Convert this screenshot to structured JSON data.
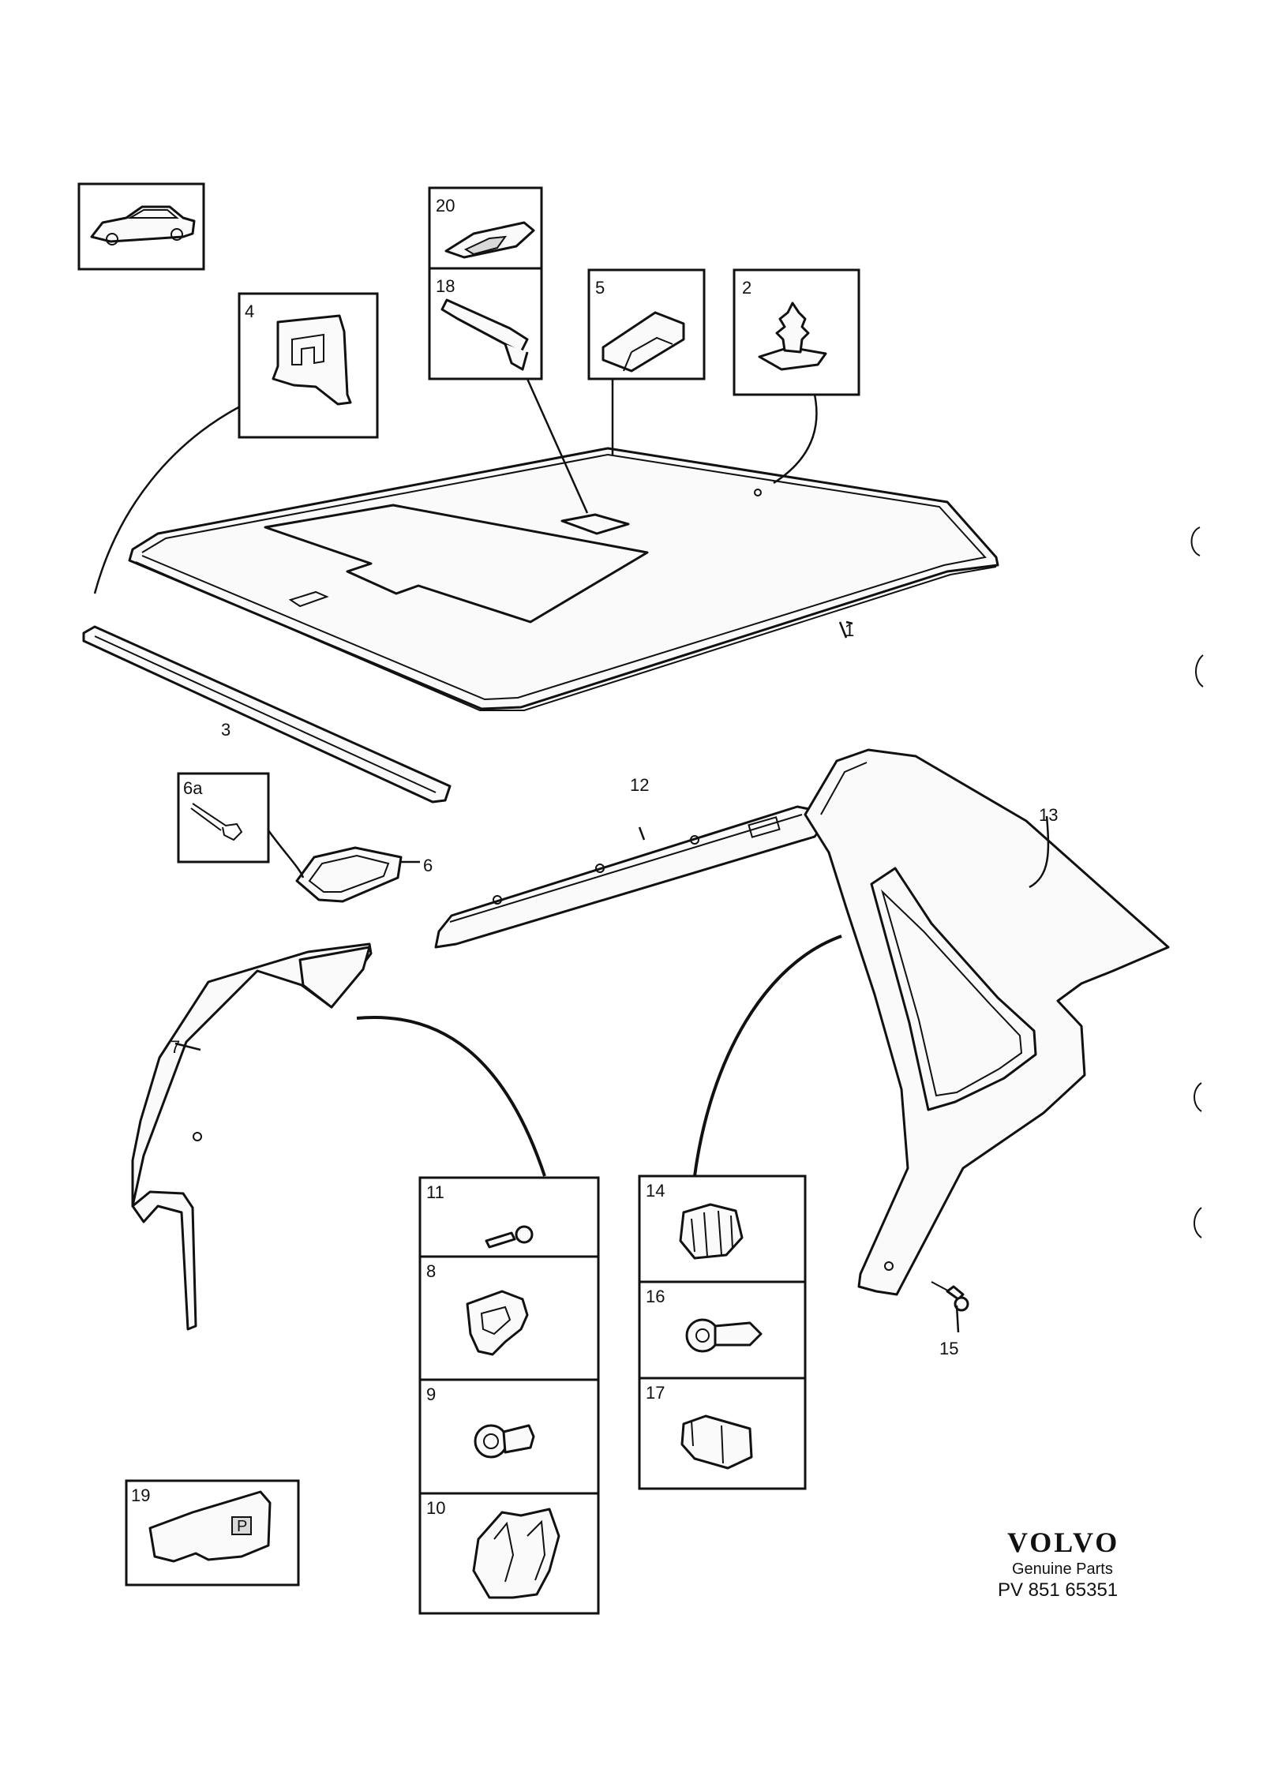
{
  "callouts": {
    "c1": "1",
    "c2": "2",
    "c3": "3",
    "c4": "4",
    "c5": "5",
    "c6": "6",
    "c6a": "6a",
    "c7": "7",
    "c8": "8",
    "c9": "9",
    "c10": "10",
    "c11": "11",
    "c12": "12",
    "c13": "13",
    "c14": "14",
    "c15": "15",
    "c16": "16",
    "c17": "17",
    "c18": "18",
    "c19": "19",
    "c20": "20"
  },
  "branding": {
    "brand": "VOLVO",
    "subtitle": "Genuine Parts",
    "part_number": "PV 851 65351"
  },
  "inset_labels": {
    "p_symbol": "P"
  },
  "icons": [
    "car-thumbnail-icon",
    "headliner-panel",
    "clip-icons",
    "screw-icons"
  ]
}
